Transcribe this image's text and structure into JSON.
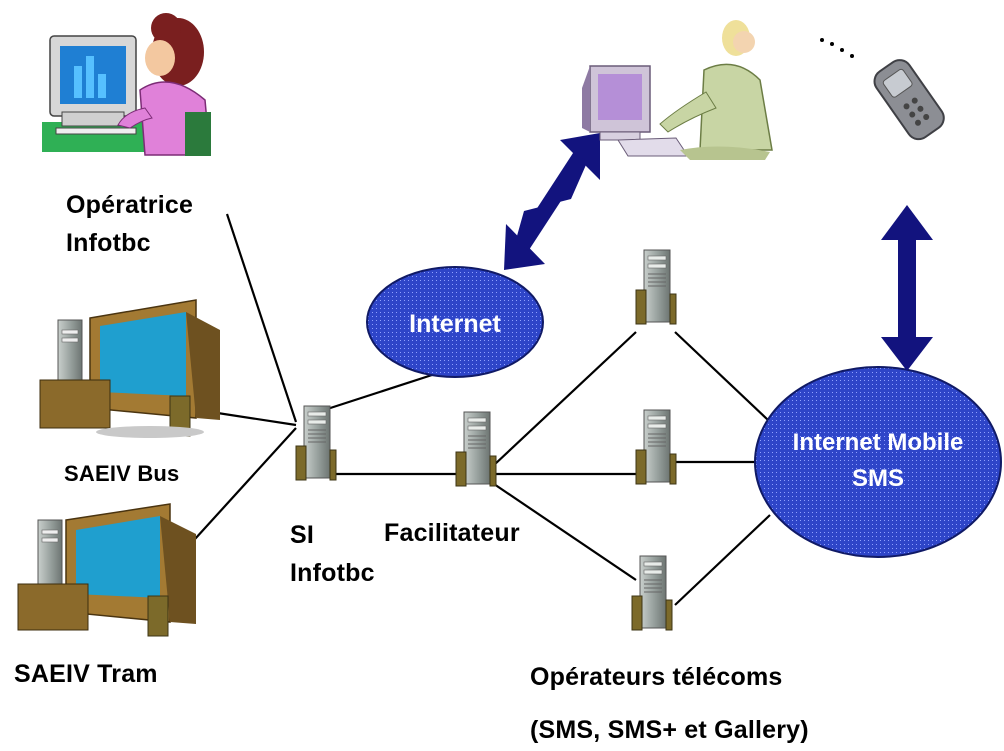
{
  "labels": {
    "operatrice_line1": "Opératrice",
    "operatrice_line2": "Infotbc",
    "saeiv_bus": "SAEIV Bus",
    "saeiv_tram": "SAEIV Tram",
    "si_line1": "SI",
    "si_line2": "Infotbc",
    "facilitateur": "Facilitateur",
    "operateurs": "Opérateurs télécoms",
    "operateurs_detail": "(SMS, SMS+ et Gallery)"
  },
  "clouds": {
    "internet": "Internet",
    "mobile_line1": "Internet Mobile",
    "mobile_line2": "SMS"
  },
  "colors": {
    "cloud_fill": "#2e45c8",
    "arrow": "#12137e",
    "monitor_screen": "#1f7fd3",
    "tower": "#9aa3a0"
  }
}
